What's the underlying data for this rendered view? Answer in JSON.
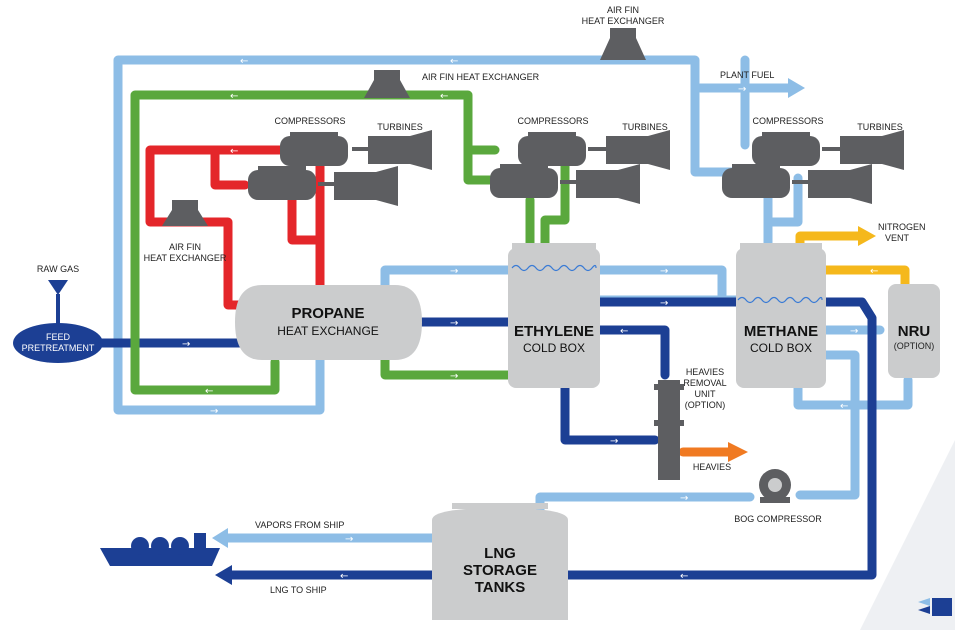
{
  "colors": {
    "light_blue": "#8dbde6",
    "dark_blue": "#1c3f94",
    "green": "#5aa83d",
    "red": "#e4262a",
    "yellow": "#f5b81c",
    "orange": "#f07a22",
    "equipment_gray": "#5d5e61",
    "vessel_gray": "#cbcccd"
  },
  "labels": {
    "air_fin_top_1": "AIR FIN",
    "air_fin_top_2": "HEAT EXCHANGER",
    "air_fin_mid": "AIR FIN HEAT EXCHANGER",
    "air_fin_left_1": "AIR FIN",
    "air_fin_left_2": "HEAT EXCHANGER",
    "plant_fuel": "PLANT FUEL",
    "compressors_1": "COMPRESSORS",
    "turbines_1": "TURBINES",
    "compressors_2": "COMPRESSORS",
    "turbines_2": "TURBINES",
    "compressors_3": "COMPRESSORS",
    "turbines_3": "TURBINES",
    "nitrogen_1": "NITROGEN",
    "nitrogen_2": "VENT",
    "raw_gas": "RAW GAS",
    "feed_1": "FEED",
    "feed_2": "PRETREATMENT",
    "propane_title": "PROPANE",
    "propane_sub": "HEAT EXCHANGE",
    "ethylene_title": "ETHYLENE",
    "ethylene_sub": "COLD BOX",
    "methane_title": "METHANE",
    "methane_sub": "COLD BOX",
    "nru_title": "NRU",
    "nru_sub": "(OPTION)",
    "heavies_unit_1": "HEAVIES",
    "heavies_unit_2": "REMOVAL",
    "heavies_unit_3": "UNIT",
    "heavies_unit_4": "(OPTION)",
    "heavies": "HEAVIES",
    "bog_compressor": "BOG COMPRESSOR",
    "vapors_from_ship": "VAPORS FROM SHIP",
    "lng_to_ship": "LNG TO SHIP",
    "lng_1": "LNG",
    "lng_2": "STORAGE",
    "lng_3": "TANKS"
  }
}
